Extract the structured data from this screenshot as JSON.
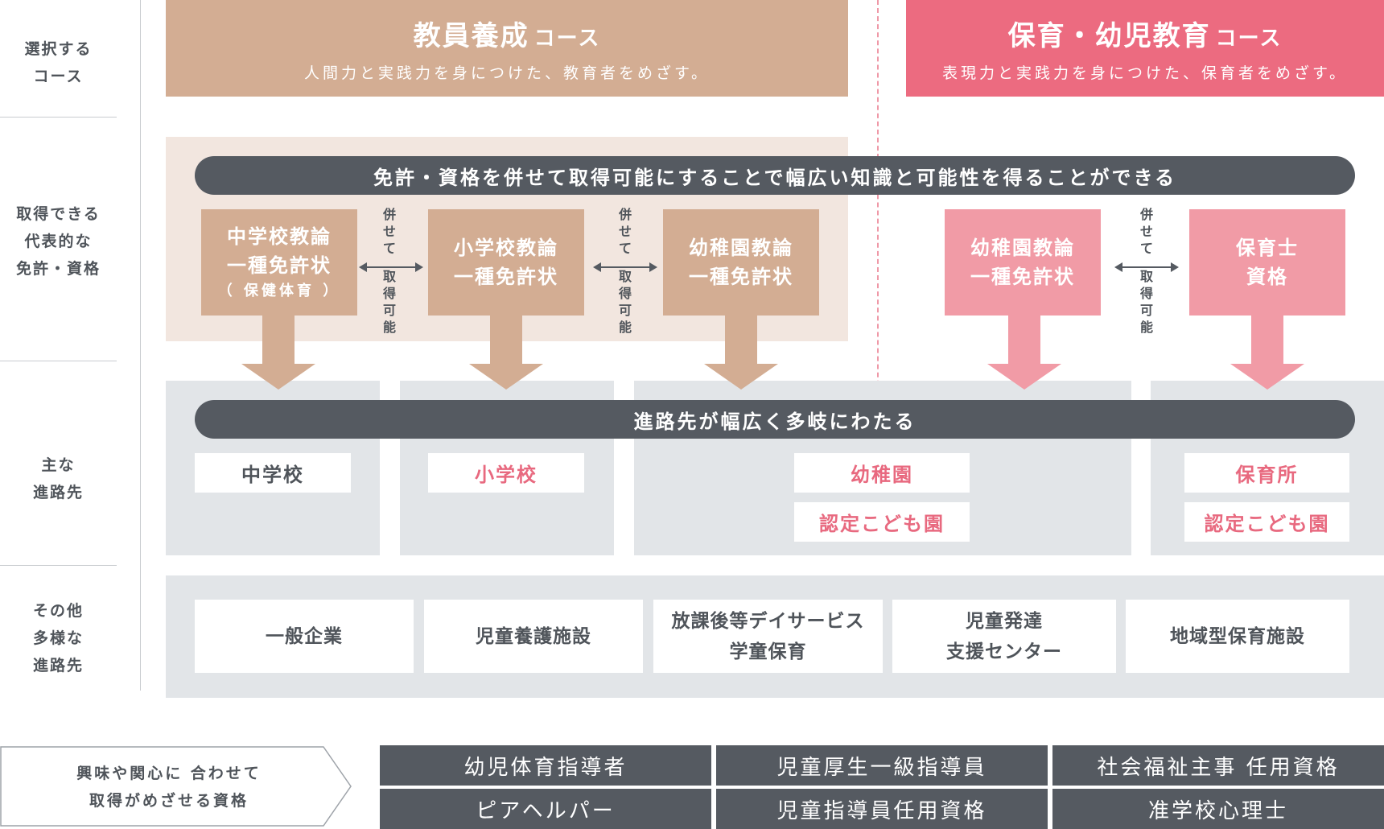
{
  "row_labels": {
    "course": [
      "選択する",
      "コース"
    ],
    "licenses": [
      "取得できる",
      "代表的な",
      "免許・資格"
    ],
    "careers": [
      "主な",
      "進路先"
    ],
    "other": [
      "その他",
      "多様な",
      "進路先"
    ]
  },
  "courses": {
    "teacher": {
      "title": "教員養成",
      "suffix": "コース",
      "tagline": "人間力と実践力を身につけた、教育者をめざす。",
      "color": "#d3ad93"
    },
    "childcare": {
      "title": "保育・幼児教育",
      "suffix": "コース",
      "tagline": "表現力と実践力を身につけた、保育者をめざす。",
      "color": "#ec6b80"
    }
  },
  "banner_license": "免許・資格を併せて取得可能にすることで幅広い知識と可能性を得ることができる",
  "banner_career": "進路先が幅広く多岐にわたる",
  "licenses": {
    "jhs": [
      "中学校教論",
      "一種免許状",
      "（ 保健体育 ）"
    ],
    "elem": [
      "小学校教論",
      "一種免許状"
    ],
    "kinder_teacher": [
      "幼稚園教論",
      "一種免許状"
    ],
    "kinder_childcare": [
      "幼稚園教論",
      "一種免許状"
    ],
    "hoikushi": [
      "保育士",
      "資格"
    ]
  },
  "combinable_label": [
    "併",
    "せ",
    "て",
    "取",
    "得",
    "可",
    "能"
  ],
  "careers": {
    "jhs": "中学校",
    "elem": "小学校",
    "kinder": "幼稚園",
    "kinder_nintei": "認定こども園",
    "hoikusho": "保育所",
    "hoikusho_nintei": "認定こども園"
  },
  "other_careers": [
    [
      "一般企業"
    ],
    [
      "児童養護施設"
    ],
    [
      "放課後等デイサービス",
      "学童保育"
    ],
    [
      "児童発達",
      "支援センター"
    ],
    [
      "地域型保育施設"
    ]
  ],
  "qual_label": [
    "興味や関心に 合わせて",
    "取得がめざせる資格"
  ],
  "qualifications": [
    "幼児体育指導者",
    "児童厚生一級指導員",
    "社会福祉主事 任用資格",
    "ピアヘルパー",
    "児童指導員任用資格",
    "准学校心理士"
  ],
  "colors": {
    "beige": "#d3ad93",
    "beige_light": "#f2e6df",
    "pink": "#ec6b80",
    "pink_light": "#f19ba6",
    "dark_gray": "#555a61",
    "panel_gray": "#e2e5e8"
  }
}
